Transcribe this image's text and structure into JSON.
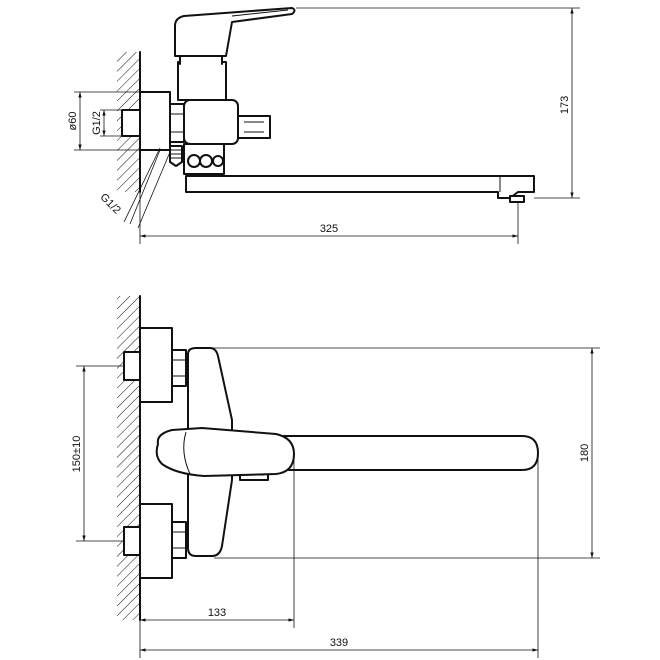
{
  "top_view": {
    "dim_height": "173",
    "dim_length": "325",
    "dim_diameter": "ø60",
    "dim_thread_inlet": "G1/2",
    "dim_thread_outlet": "G1/2"
  },
  "front_view": {
    "dim_spacing": "150±10",
    "dim_height": "180",
    "dim_handle": "133",
    "dim_spout": "339"
  }
}
